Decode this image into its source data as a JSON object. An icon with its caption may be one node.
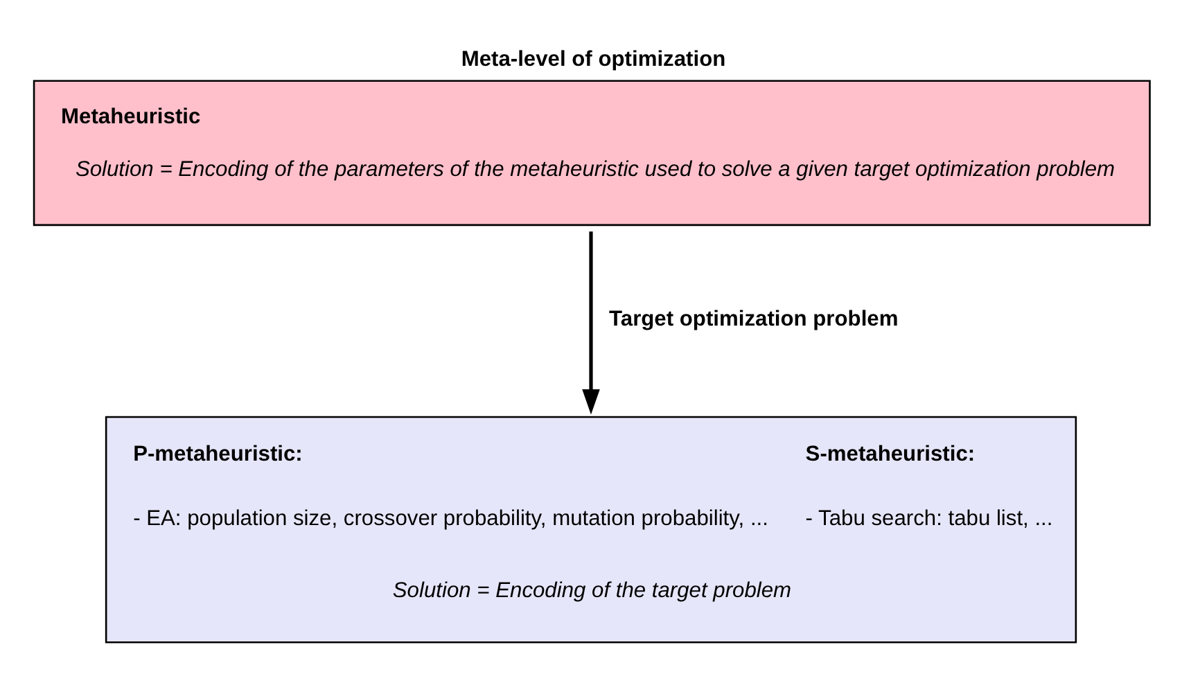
{
  "diagram": {
    "nodes": [
      {
        "text": [
          "Meta-level of optimization",
          "Metaheuristic",
          "Solution = Encoding of the parameters of the metaheuristic used to solve a given target optimization problem"
        ]
      },
      {
        "text": [
          "P-metaheuristic:",
          "- EA: population size, crossover probability, mutation probability, ...",
          "S-metaheuristic:",
          "- Tabu search: tabu list, ...",
          "Solution = Encoding of the target problem"
        ]
      }
    ],
    "edges": [
      {
        "from": 0,
        "to": 1,
        "arrow": "to",
        "label": "Target optimization problem"
      }
    ]
  }
}
